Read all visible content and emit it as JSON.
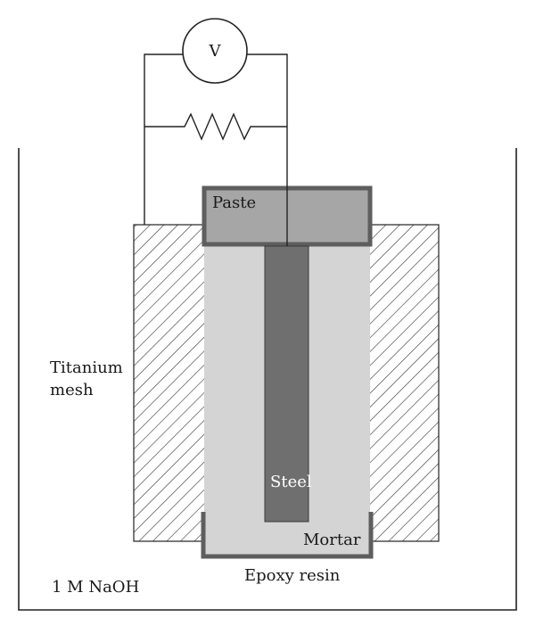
{
  "diagram": {
    "voltmeter_symbol": "V",
    "labels": {
      "paste": "Paste",
      "titanium_line1": "Titanium",
      "titanium_line2": "mesh",
      "steel": "Steel",
      "mortar": "Mortar",
      "epoxy": "Epoxy resin",
      "solution": "1 M NaOH"
    },
    "colors": {
      "paste": "#a6a6a6",
      "mortar": "#d4d4d4",
      "steel": "#6f6f6f",
      "epoxy_frame": "#5e5e5e",
      "hatch": "#333333",
      "wire": "#222222"
    }
  }
}
